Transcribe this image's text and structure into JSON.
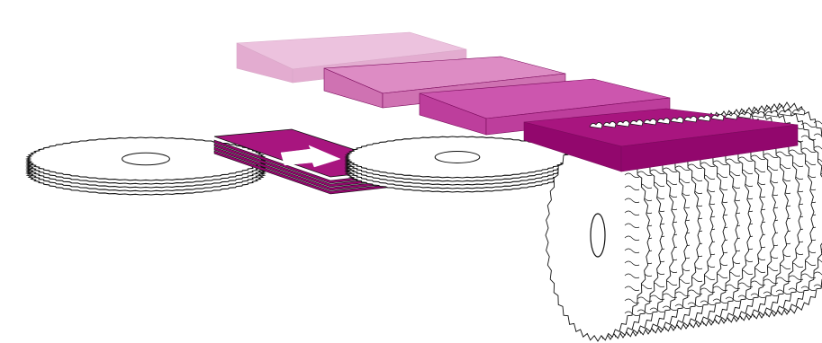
{
  "colors": {
    "background": "#ffffff",
    "outline": "#111111",
    "saw_fill": "#ffffff",
    "block_light_top": "#ecc2de",
    "block_light_front": "#e3acd0",
    "block_mid_top": "#dd8cc4",
    "block_mid_front": "#cf72b2",
    "block_strong_top": "#cc56ae",
    "block_strong_front": "#bd3e9c",
    "block_dark_top": "#a8157f",
    "block_dark_front": "#92076d",
    "arrow_fill": "#ffffff"
  },
  "icons": {
    "stack_arrow": "arrow-right-icon"
  },
  "illustration": {
    "stages": [
      {
        "name": "block-stage-1",
        "shade": "light"
      },
      {
        "name": "block-stage-2",
        "shade": "mid"
      },
      {
        "name": "block-stage-3",
        "shade": "strong"
      },
      {
        "name": "block-stage-4-on-assembly",
        "shade": "dark"
      }
    ],
    "left_saw_stack": {
      "blade_count": 5
    },
    "middle_saw_stack": {
      "blade_count": 5
    },
    "plate_stack": {
      "plate_count": 5
    },
    "gang_saw": {
      "blade_count": 16
    }
  }
}
